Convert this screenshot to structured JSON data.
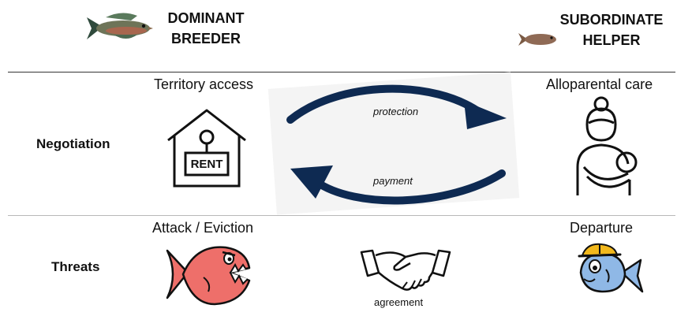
{
  "header": {
    "dominant_line1": "DOMINANT",
    "dominant_line2": "BREEDER",
    "subordinate_line1": "SUBORDINATE",
    "subordinate_line2": "HELPER"
  },
  "rows": {
    "negotiation": "Negotiation",
    "threats": "Threats"
  },
  "negotiation": {
    "left_title": "Territory access",
    "right_title": "Alloparental care",
    "house_sign": "RENT",
    "arrow_top_label": "protection",
    "arrow_bottom_label": "payment"
  },
  "threats": {
    "left_title": "Attack / Eviction",
    "right_title": "Departure",
    "center_label": "agreement"
  },
  "colors": {
    "arrow": "#0e2a52",
    "angry_fish": "#ee6f6a",
    "helper_fish": "#8fb8e6",
    "hard_hat": "#f2b81c"
  }
}
